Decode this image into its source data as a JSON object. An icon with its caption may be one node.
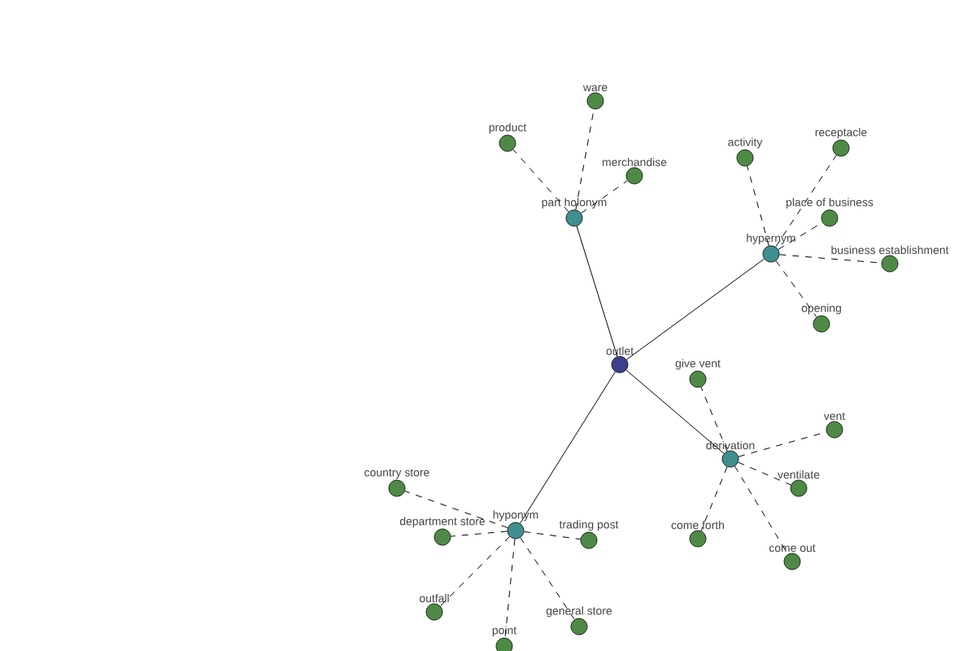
{
  "diagram": {
    "nodes": [
      {
        "text": [
          "outlet"
        ]
      },
      {
        "text": [
          "part holonym"
        ]
      },
      {
        "text": [
          "product"
        ]
      },
      {
        "text": [
          "ware"
        ]
      },
      {
        "text": [
          "merchandise"
        ]
      },
      {
        "text": [
          "hypernym"
        ]
      },
      {
        "text": [
          "activity"
        ]
      },
      {
        "text": [
          "receptacle"
        ]
      },
      {
        "text": [
          "place of business"
        ]
      },
      {
        "text": [
          "business establishment"
        ]
      },
      {
        "text": [
          "opening"
        ]
      },
      {
        "text": [
          "derivation"
        ]
      },
      {
        "text": [
          "give vent"
        ]
      },
      {
        "text": [
          "vent"
        ]
      },
      {
        "text": [
          "ventilate"
        ]
      },
      {
        "text": [
          "come forth"
        ]
      },
      {
        "text": [
          "come out"
        ]
      },
      {
        "text": [
          "hyponym"
        ]
      },
      {
        "text": [
          "country store"
        ]
      },
      {
        "text": [
          "department store"
        ]
      },
      {
        "text": [
          "trading post"
        ]
      },
      {
        "text": [
          "outfall"
        ]
      },
      {
        "text": [
          "point"
        ]
      },
      {
        "text": [
          "general store"
        ]
      }
    ],
    "edges": [
      {
        "from": 0,
        "to": 1,
        "arrow": "none"
      },
      {
        "from": 0,
        "to": 5,
        "arrow": "none"
      },
      {
        "from": 0,
        "to": 11,
        "arrow": "none"
      },
      {
        "from": 0,
        "to": 17,
        "arrow": "none"
      },
      {
        "from": 1,
        "to": 2,
        "arrow": "none",
        "style": "dashed"
      },
      {
        "from": 1,
        "to": 3,
        "arrow": "none",
        "style": "dashed"
      },
      {
        "from": 1,
        "to": 4,
        "arrow": "none",
        "style": "dashed"
      },
      {
        "from": 5,
        "to": 6,
        "arrow": "none",
        "style": "dashed"
      },
      {
        "from": 5,
        "to": 7,
        "arrow": "none",
        "style": "dashed"
      },
      {
        "from": 5,
        "to": 8,
        "arrow": "none",
        "style": "dashed"
      },
      {
        "from": 5,
        "to": 9,
        "arrow": "none",
        "style": "dashed"
      },
      {
        "from": 5,
        "to": 10,
        "arrow": "none",
        "style": "dashed"
      },
      {
        "from": 11,
        "to": 12,
        "arrow": "none",
        "style": "dashed"
      },
      {
        "from": 11,
        "to": 13,
        "arrow": "none",
        "style": "dashed"
      },
      {
        "from": 11,
        "to": 14,
        "arrow": "none",
        "style": "dashed"
      },
      {
        "from": 11,
        "to": 15,
        "arrow": "none",
        "style": "dashed"
      },
      {
        "from": 11,
        "to": 16,
        "arrow": "none",
        "style": "dashed"
      },
      {
        "from": 17,
        "to": 18,
        "arrow": "none",
        "style": "dashed"
      },
      {
        "from": 17,
        "to": 19,
        "arrow": "none",
        "style": "dashed"
      },
      {
        "from": 17,
        "to": 20,
        "arrow": "none",
        "style": "dashed"
      },
      {
        "from": 17,
        "to": 21,
        "arrow": "none",
        "style": "dashed"
      },
      {
        "from": 17,
        "to": 22,
        "arrow": "none",
        "style": "dashed"
      },
      {
        "from": 17,
        "to": 23,
        "arrow": "none",
        "style": "dashed"
      }
    ]
  }
}
